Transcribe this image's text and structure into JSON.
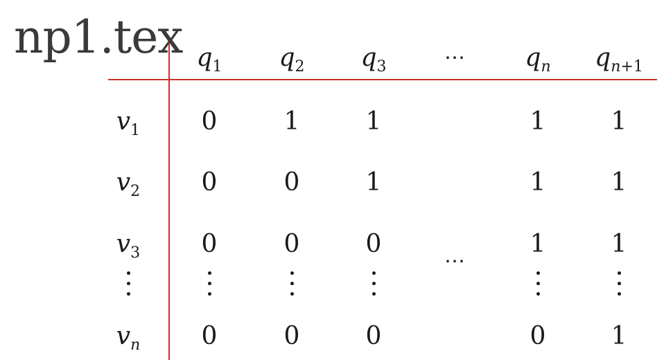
{
  "file": {
    "name": "np1.tex"
  },
  "table": {
    "columns": [
      {
        "base": "q",
        "sub": "1"
      },
      {
        "base": "q",
        "sub": "2"
      },
      {
        "base": "q",
        "sub": "3"
      },
      {
        "base": "",
        "sub": "",
        "ellipsis": "⋯"
      },
      {
        "base": "q",
        "sub": "n"
      },
      {
        "base": "q",
        "sub": "n+1"
      }
    ],
    "rows": [
      {
        "label": {
          "base": "v",
          "sub": "1"
        },
        "cells": [
          "0",
          "1",
          "1",
          "",
          "1",
          "1"
        ]
      },
      {
        "label": {
          "base": "v",
          "sub": "2"
        },
        "cells": [
          "0",
          "0",
          "1",
          "",
          "1",
          "1"
        ]
      },
      {
        "label": {
          "base": "v",
          "sub": "3"
        },
        "cells": [
          "0",
          "0",
          "0",
          "",
          "1",
          "1"
        ]
      },
      {
        "label": {
          "base": "v",
          "sub": "n"
        },
        "cells": [
          "0",
          "0",
          "0",
          "",
          "0",
          "1"
        ]
      }
    ],
    "middle_ellipsis": "⋯"
  },
  "colors": {
    "rule": "#c9302c",
    "text": "#1a1a1a",
    "filename": "#3a3a3a"
  }
}
